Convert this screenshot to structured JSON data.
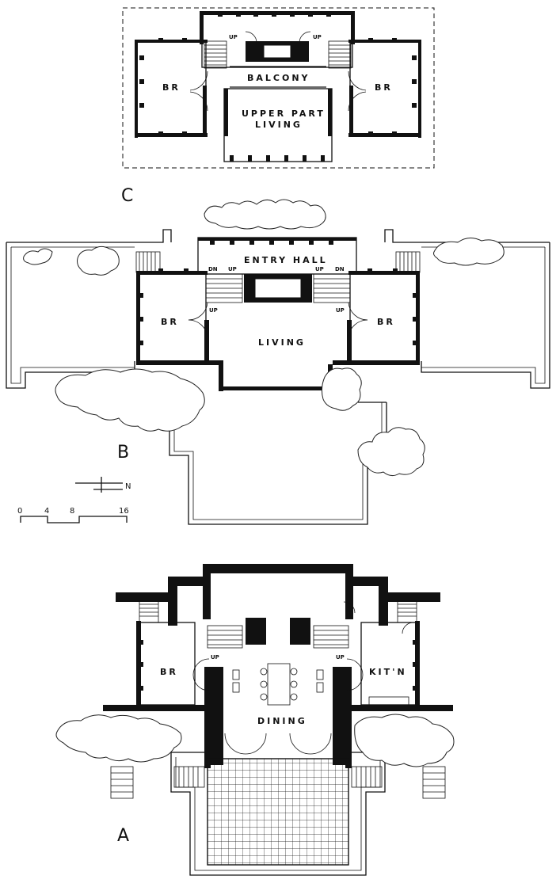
{
  "plans": {
    "upper": {
      "letter": "C",
      "rooms": {
        "br_left": "BR",
        "br_right": "BR",
        "balcony": "BALCONY",
        "upper_living_1": "UPPER PART",
        "upper_living_2": "LIVING"
      },
      "stairs": {
        "up_left": "UP",
        "up_right": "UP"
      }
    },
    "main": {
      "letter": "B",
      "rooms": {
        "entry": "ENTRY HALL",
        "br_left": "BR",
        "br_right": "BR",
        "living": "LIVING"
      },
      "stairs": {
        "dn_left": "DN",
        "up_left": "UP",
        "up_right": "UP",
        "dn_right": "DN",
        "up_lower_left": "UP",
        "up_lower_right": "UP"
      }
    },
    "lower": {
      "letter": "A",
      "rooms": {
        "br": "BR",
        "kitchen": "KIT'N",
        "dining": "DINING"
      },
      "stairs": {
        "up_left": "UP",
        "up_right": "UP"
      }
    }
  },
  "north_arrow": {
    "label": "N"
  },
  "scale": {
    "ticks": [
      "0",
      "4",
      "8",
      "16"
    ]
  }
}
